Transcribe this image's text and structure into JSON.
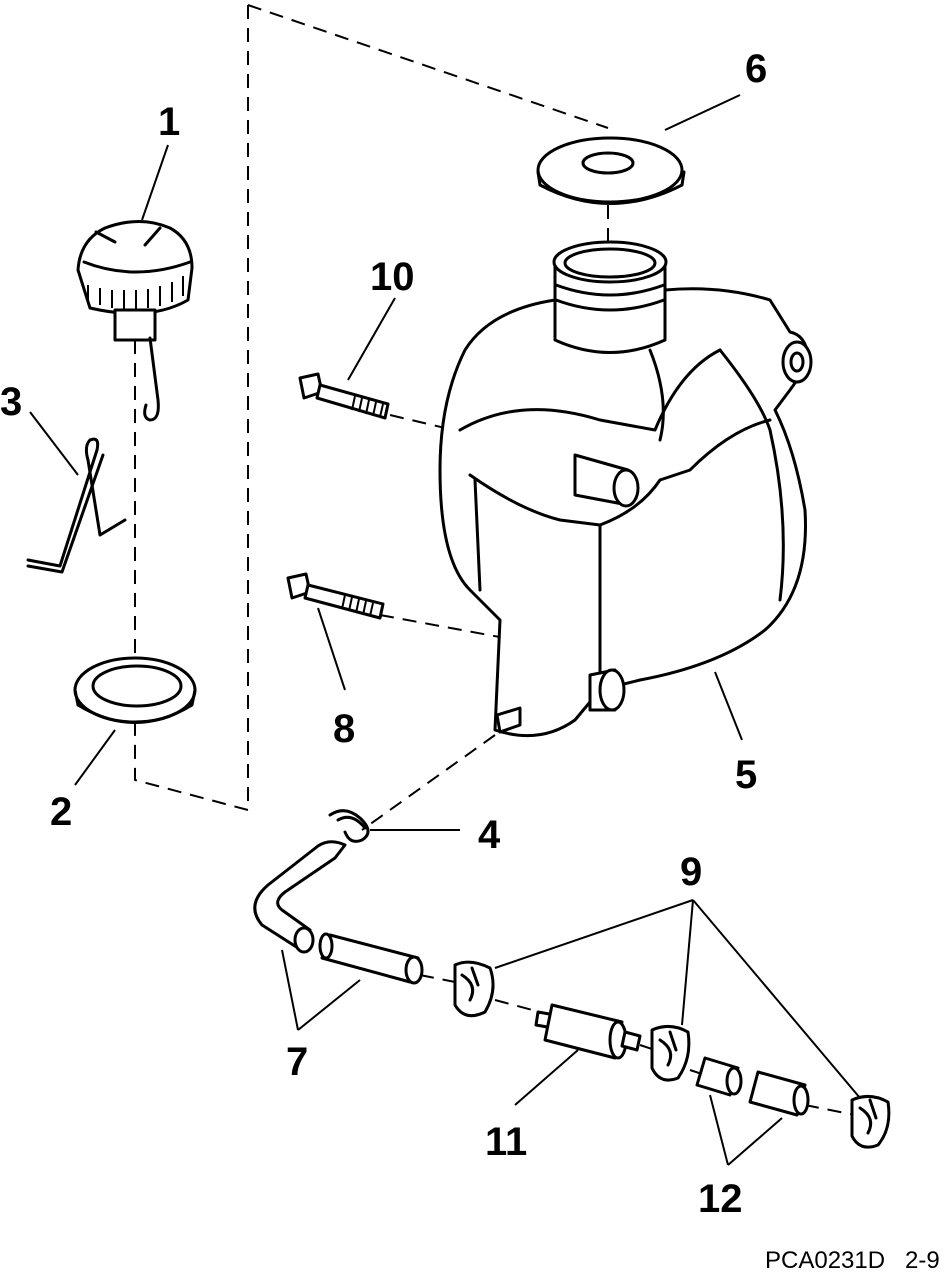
{
  "callouts": {
    "c1": "1",
    "c2": "2",
    "c3": "3",
    "c4": "4",
    "c5": "5",
    "c6": "6",
    "c7": "7",
    "c8": "8",
    "c9": "9",
    "c10": "10",
    "c11": "11",
    "c12": "12"
  },
  "caption": {
    "code": "PCA0231D",
    "page": "2-9"
  }
}
